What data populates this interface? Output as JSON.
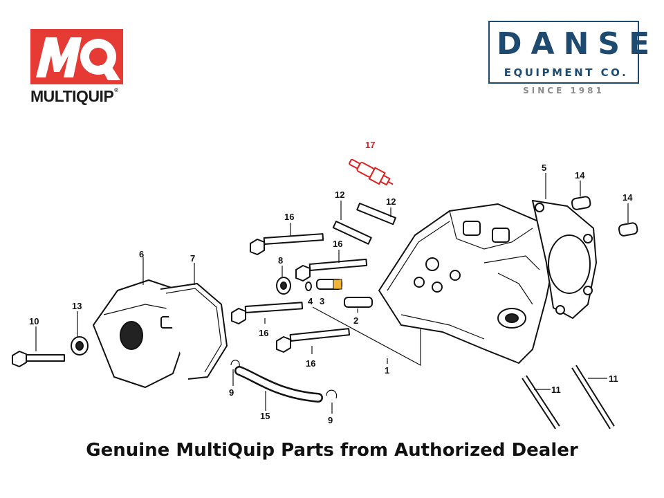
{
  "brand_left": {
    "monogram": "MQ",
    "wordmark": "MULTIQUIP",
    "registered": "®",
    "color": "#e63a35"
  },
  "brand_right": {
    "name": "DANSE",
    "subtitle": "EQUIPMENT CO.",
    "since": "SINCE 1981",
    "color": "#1f4a70"
  },
  "diagram": {
    "highlight_color": "#e02020",
    "labels": {
      "p1": "1",
      "p2": "2",
      "p3": "3",
      "p4": "4",
      "p5": "5",
      "p6": "6",
      "p7": "7",
      "p8": "8",
      "p9a": "9",
      "p9b": "9",
      "p10": "10",
      "p11a": "11",
      "p11b": "11",
      "p12a": "12",
      "p12b": "12",
      "p13": "13",
      "p14a": "14",
      "p14b": "14",
      "p15": "15",
      "p16a": "16",
      "p16b": "16",
      "p16c": "16",
      "p16d": "16",
      "p17": "17"
    }
  },
  "caption": "Genuine MultiQuip Parts from Authorized Dealer"
}
